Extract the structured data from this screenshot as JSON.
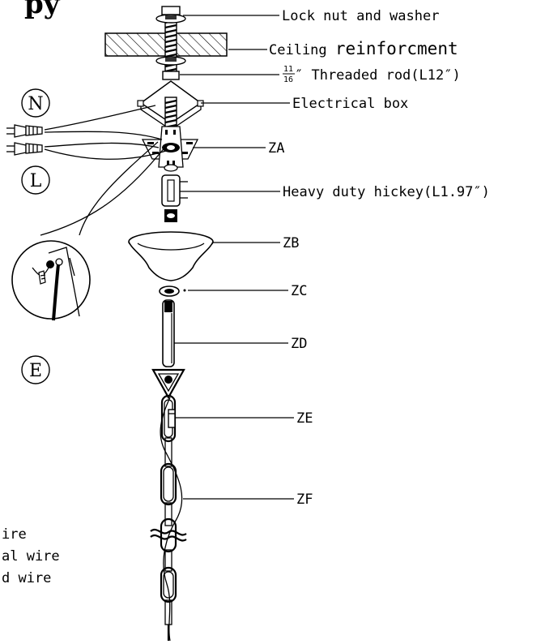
{
  "title_fragment": "py",
  "labels": {
    "lock_nut": "Lock nut and washer",
    "ceiling_prefix": "Ceiling ",
    "ceiling_word": "reinforcment",
    "rod_numerator": "11",
    "rod_denominator": "16",
    "rod_text": "″ Threaded rod(L12″)",
    "electrical_box": "Electrical box",
    "za": "ZA",
    "hickey": "Heavy duty hickey(L1.97″)",
    "zb": "ZB",
    "zc": "ZC",
    "zd": "ZD",
    "ze": "ZE",
    "zf": "ZF"
  },
  "wire_markers": {
    "n": "N",
    "l": "L",
    "e": "E"
  },
  "legend": [
    "ire",
    "al wire",
    "d wire"
  ]
}
